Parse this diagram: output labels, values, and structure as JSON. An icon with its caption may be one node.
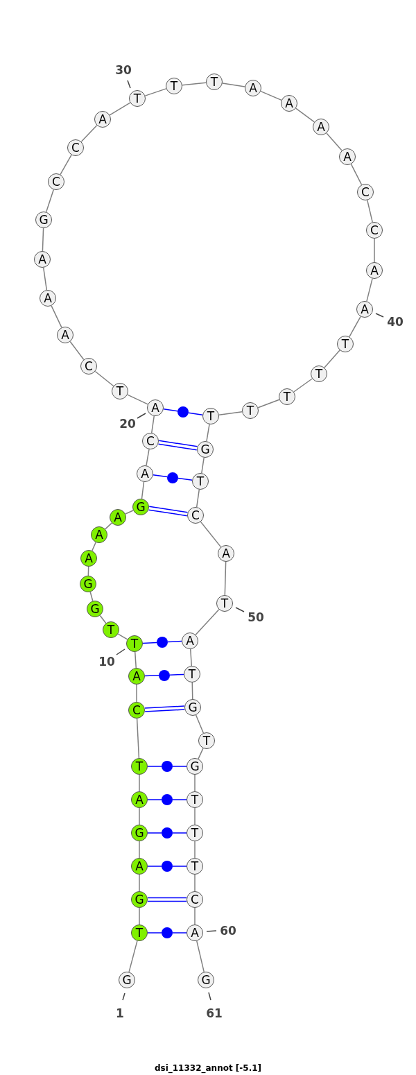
{
  "diagram": {
    "caption": "dsi_11332_annot [-5.1]",
    "nodes": [
      {
        "text": [
          "G"
        ],
        "beside": [
          "1"
        ]
      },
      {
        "text": [
          "T"
        ]
      },
      {
        "text": [
          "G"
        ]
      },
      {
        "text": [
          "A"
        ]
      },
      {
        "text": [
          "G"
        ]
      },
      {
        "text": [
          "A"
        ]
      },
      {
        "text": [
          "T"
        ]
      },
      {
        "text": [
          "C"
        ]
      },
      {
        "text": [
          "A"
        ]
      },
      {
        "text": [
          "T"
        ],
        "beside": [
          "10"
        ]
      },
      {
        "text": [
          "T"
        ]
      },
      {
        "text": [
          "G"
        ]
      },
      {
        "text": [
          "G"
        ]
      },
      {
        "text": [
          "A"
        ]
      },
      {
        "text": [
          "A"
        ]
      },
      {
        "text": [
          "A"
        ]
      },
      {
        "text": [
          "G"
        ]
      },
      {
        "text": [
          "A"
        ]
      },
      {
        "text": [
          "C"
        ]
      },
      {
        "text": [
          "A"
        ],
        "beside": [
          "20"
        ]
      },
      {
        "text": [
          "T"
        ]
      },
      {
        "text": [
          "C"
        ]
      },
      {
        "text": [
          "A"
        ]
      },
      {
        "text": [
          "A"
        ]
      },
      {
        "text": [
          "A"
        ]
      },
      {
        "text": [
          "G"
        ]
      },
      {
        "text": [
          "C"
        ]
      },
      {
        "text": [
          "C"
        ]
      },
      {
        "text": [
          "A"
        ]
      },
      {
        "text": [
          "T"
        ],
        "beside": [
          "30"
        ]
      },
      {
        "text": [
          "T"
        ]
      },
      {
        "text": [
          "T"
        ]
      },
      {
        "text": [
          "A"
        ]
      },
      {
        "text": [
          "A"
        ]
      },
      {
        "text": [
          "A"
        ]
      },
      {
        "text": [
          "A"
        ]
      },
      {
        "text": [
          "C"
        ]
      },
      {
        "text": [
          "C"
        ]
      },
      {
        "text": [
          "A"
        ]
      },
      {
        "text": [
          "A"
        ],
        "beside": [
          "40"
        ]
      },
      {
        "text": [
          "T"
        ]
      },
      {
        "text": [
          "T"
        ]
      },
      {
        "text": [
          "T"
        ]
      },
      {
        "text": [
          "T"
        ]
      },
      {
        "text": [
          "T"
        ]
      },
      {
        "text": [
          "G"
        ]
      },
      {
        "text": [
          "T"
        ]
      },
      {
        "text": [
          "C"
        ]
      },
      {
        "text": [
          "A"
        ]
      },
      {
        "text": [
          "T"
        ],
        "beside": [
          "50"
        ]
      },
      {
        "text": [
          "A"
        ]
      },
      {
        "text": [
          "T"
        ]
      },
      {
        "text": [
          "G"
        ]
      },
      {
        "text": [
          "T"
        ]
      },
      {
        "text": [
          "G"
        ]
      },
      {
        "text": [
          "T"
        ]
      },
      {
        "text": [
          "T"
        ]
      },
      {
        "text": [
          "T"
        ]
      },
      {
        "text": [
          "C"
        ]
      },
      {
        "text": [
          "A"
        ],
        "beside": [
          "60"
        ]
      },
      {
        "text": [
          "G"
        ],
        "beside": [
          "61"
        ]
      },
      {
        "text": [],
        "shape": "circle"
      },
      {
        "text": [],
        "shape": "circle"
      },
      {
        "text": [],
        "shape": "circle"
      },
      {
        "text": [],
        "shape": "circle"
      },
      {
        "text": [],
        "shape": "circle"
      },
      {
        "text": [],
        "shape": "circle"
      },
      {
        "text": [],
        "shape": "circle"
      },
      {
        "text": [],
        "shape": "circle"
      },
      {
        "text": [],
        "shape": "circle"
      }
    ],
    "edges": [
      {
        "from": 0,
        "to": 1,
        "arrow": "none"
      },
      {
        "from": 1,
        "to": 2,
        "arrow": "none"
      },
      {
        "from": 2,
        "to": 3,
        "arrow": "none"
      },
      {
        "from": 3,
        "to": 4,
        "arrow": "none"
      },
      {
        "from": 4,
        "to": 5,
        "arrow": "none"
      },
      {
        "from": 5,
        "to": 6,
        "arrow": "none"
      },
      {
        "from": 6,
        "to": 7,
        "arrow": "none"
      },
      {
        "from": 7,
        "to": 8,
        "arrow": "none"
      },
      {
        "from": 8,
        "to": 9,
        "arrow": "none"
      },
      {
        "from": 9,
        "to": 10,
        "arrow": "none"
      },
      {
        "from": 10,
        "to": 11,
        "arrow": "none"
      },
      {
        "from": 11,
        "to": 12,
        "arrow": "none"
      },
      {
        "from": 12,
        "to": 13,
        "arrow": "none"
      },
      {
        "from": 13,
        "to": 14,
        "arrow": "none"
      },
      {
        "from": 14,
        "to": 15,
        "arrow": "none"
      },
      {
        "from": 15,
        "to": 16,
        "arrow": "none"
      },
      {
        "from": 16,
        "to": 17,
        "arrow": "none"
      },
      {
        "from": 17,
        "to": 18,
        "arrow": "none"
      },
      {
        "from": 18,
        "to": 19,
        "arrow": "none"
      },
      {
        "from": 19,
        "to": 20,
        "arrow": "none"
      },
      {
        "from": 20,
        "to": 21,
        "arrow": "none"
      },
      {
        "from": 21,
        "to": 22,
        "arrow": "none"
      },
      {
        "from": 22,
        "to": 23,
        "arrow": "none"
      },
      {
        "from": 23,
        "to": 24,
        "arrow": "none"
      },
      {
        "from": 24,
        "to": 25,
        "arrow": "none"
      },
      {
        "from": 25,
        "to": 26,
        "arrow": "none"
      },
      {
        "from": 26,
        "to": 27,
        "arrow": "none"
      },
      {
        "from": 27,
        "to": 28,
        "arrow": "none"
      },
      {
        "from": 28,
        "to": 29,
        "arrow": "none"
      },
      {
        "from": 29,
        "to": 30,
        "arrow": "none"
      },
      {
        "from": 30,
        "to": 31,
        "arrow": "none"
      },
      {
        "from": 31,
        "to": 32,
        "arrow": "none"
      },
      {
        "from": 32,
        "to": 33,
        "arrow": "none"
      },
      {
        "from": 33,
        "to": 34,
        "arrow": "none"
      },
      {
        "from": 34,
        "to": 35,
        "arrow": "none"
      },
      {
        "from": 35,
        "to": 36,
        "arrow": "none"
      },
      {
        "from": 36,
        "to": 37,
        "arrow": "none"
      },
      {
        "from": 37,
        "to": 38,
        "arrow": "none"
      },
      {
        "from": 38,
        "to": 39,
        "arrow": "none"
      },
      {
        "from": 39,
        "to": 40,
        "arrow": "none"
      },
      {
        "from": 40,
        "to": 41,
        "arrow": "none"
      },
      {
        "from": 41,
        "to": 42,
        "arrow": "none"
      },
      {
        "from": 42,
        "to": 43,
        "arrow": "none"
      },
      {
        "from": 43,
        "to": 44,
        "arrow": "none"
      },
      {
        "from": 44,
        "to": 45,
        "arrow": "none"
      },
      {
        "from": 45,
        "to": 46,
        "arrow": "none"
      },
      {
        "from": 46,
        "to": 47,
        "arrow": "none"
      },
      {
        "from": 47,
        "to": 48,
        "arrow": "none"
      },
      {
        "from": 48,
        "to": 49,
        "arrow": "none"
      },
      {
        "from": 49,
        "to": 50,
        "arrow": "none"
      },
      {
        "from": 50,
        "to": 51,
        "arrow": "none"
      },
      {
        "from": 51,
        "to": 52,
        "arrow": "none"
      },
      {
        "from": 52,
        "to": 53,
        "arrow": "none"
      },
      {
        "from": 53,
        "to": 54,
        "arrow": "none"
      },
      {
        "from": 54,
        "to": 55,
        "arrow": "none"
      },
      {
        "from": 55,
        "to": 56,
        "arrow": "none"
      },
      {
        "from": 56,
        "to": 57,
        "arrow": "none"
      },
      {
        "from": 57,
        "to": 58,
        "arrow": "none"
      },
      {
        "from": 58,
        "to": 59,
        "arrow": "none"
      },
      {
        "from": 59,
        "to": 60,
        "arrow": "none"
      },
      {
        "from": 19,
        "to": 61,
        "arrow": "none",
        "color": "#0000ff"
      },
      {
        "from": 61,
        "to": 44,
        "arrow": "none",
        "color": "#0000ff"
      },
      {
        "from": 18,
        "to": 45,
        "arrow": "none",
        "color": "#0000ff"
      },
      {
        "from": 17,
        "to": 62,
        "arrow": "none",
        "color": "#0000ff"
      },
      {
        "from": 62,
        "to": 46,
        "arrow": "none",
        "color": "#0000ff"
      },
      {
        "from": 16,
        "to": 47,
        "arrow": "none",
        "color": "#0000ff"
      },
      {
        "from": 9,
        "to": 63,
        "arrow": "none",
        "color": "#0000ff"
      },
      {
        "from": 63,
        "to": 50,
        "arrow": "none",
        "color": "#0000ff"
      },
      {
        "from": 8,
        "to": 64,
        "arrow": "none",
        "color": "#0000ff"
      },
      {
        "from": 64,
        "to": 51,
        "arrow": "none",
        "color": "#0000ff"
      },
      {
        "from": 7,
        "to": 52,
        "arrow": "none",
        "color": "#0000ff"
      },
      {
        "from": 6,
        "to": 65,
        "arrow": "none",
        "color": "#0000ff"
      },
      {
        "from": 65,
        "to": 54,
        "arrow": "none",
        "color": "#0000ff"
      },
      {
        "from": 5,
        "to": 66,
        "arrow": "none",
        "color": "#0000ff"
      },
      {
        "from": 66,
        "to": 55,
        "arrow": "none",
        "color": "#0000ff"
      },
      {
        "from": 4,
        "to": 67,
        "arrow": "none",
        "color": "#0000ff"
      },
      {
        "from": 67,
        "to": 56,
        "arrow": "none",
        "color": "#0000ff"
      },
      {
        "from": 3,
        "to": 68,
        "arrow": "none",
        "color": "#0000ff"
      },
      {
        "from": 68,
        "to": 57,
        "arrow": "none",
        "color": "#0000ff"
      },
      {
        "from": 2,
        "to": 58,
        "arrow": "none",
        "color": "#0000ff"
      },
      {
        "from": 1,
        "to": 69,
        "arrow": "none",
        "color": "#0000ff"
      },
      {
        "from": 69,
        "to": 59,
        "arrow": "none",
        "color": "#0000ff"
      }
    ]
  }
}
